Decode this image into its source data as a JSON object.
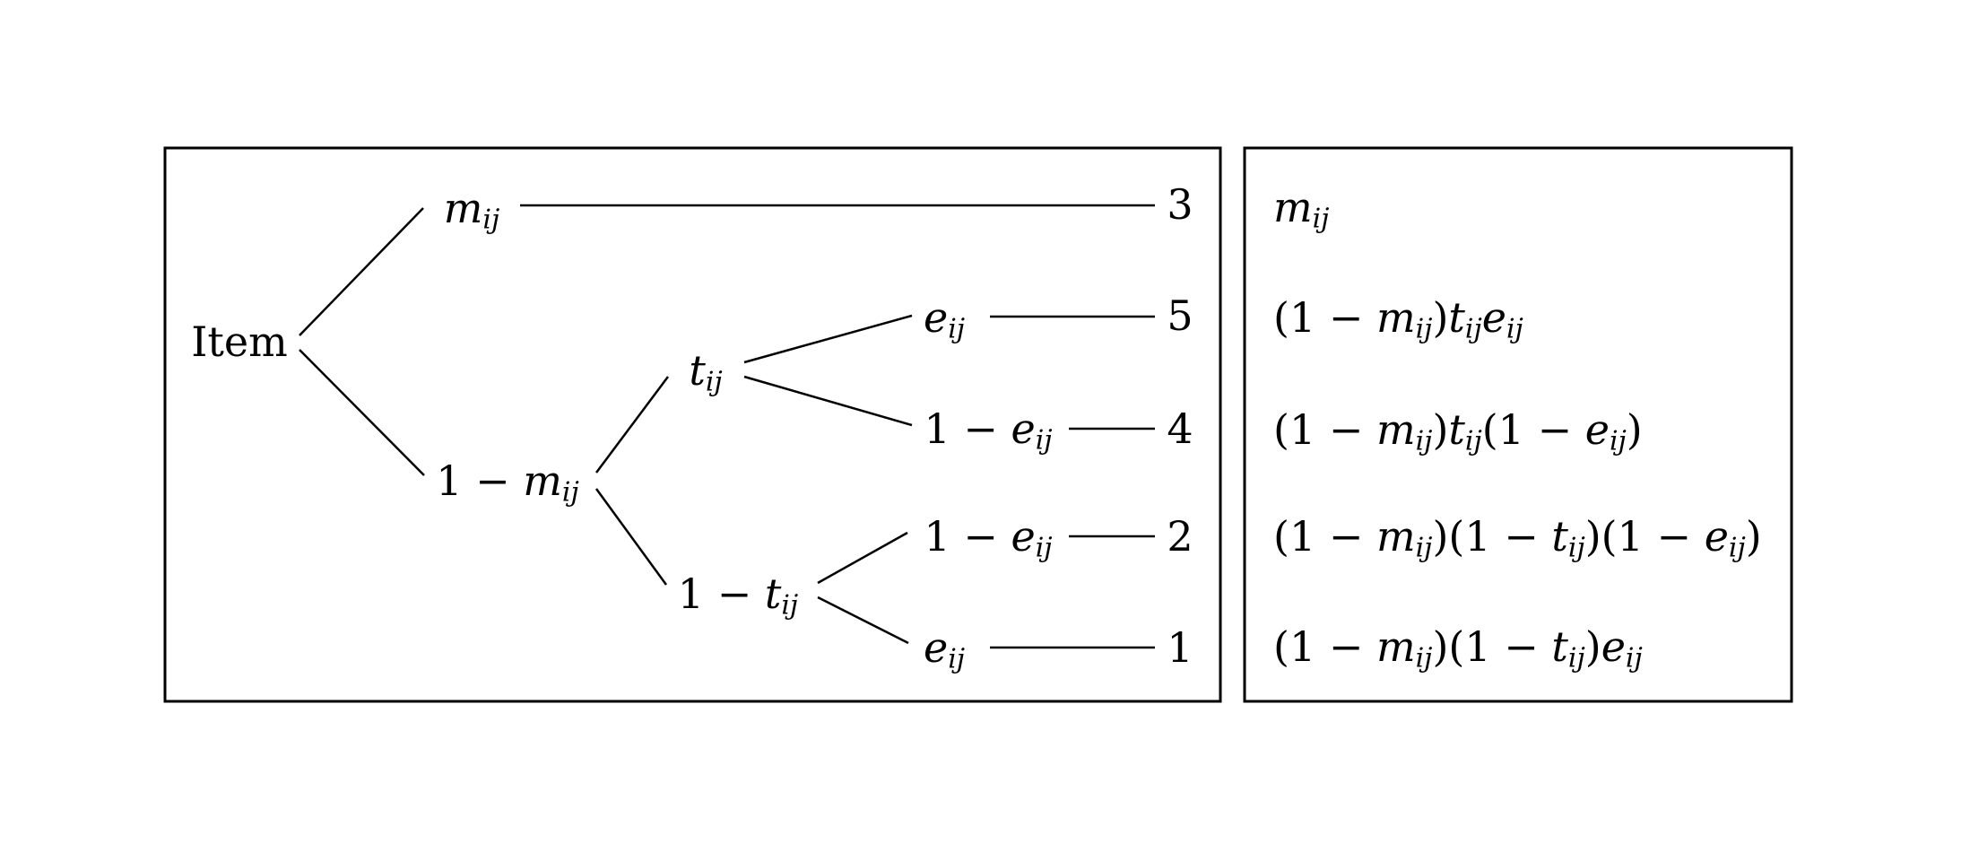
{
  "figure": {
    "colors": {
      "ink": "#000000",
      "background": "#ffffff"
    },
    "tree": {
      "root": "Item",
      "branch_m": "m_{ij}",
      "branch_one_minus_m": "1 − m_{ij}",
      "branch_t": "t_{ij}",
      "branch_one_minus_t": "1 − t_{ij}",
      "branch_e_upper": "e_{ij}",
      "branch_one_minus_e_upper": "1 − e_{ij}",
      "branch_one_minus_e_lower": "1 − e_{ij}",
      "branch_e_lower": "e_{ij}",
      "leaves": [
        "3",
        "5",
        "4",
        "2",
        "1"
      ]
    },
    "legend": {
      "formulas": [
        "m_{ij}",
        "(1 − m_{ij})t_{ij}e_{ij}",
        "(1 − m_{ij})t_{ij}(1 − e_{ij})",
        "(1 − m_{ij})(1 − t_{ij})(1 − e_{ij})",
        "(1 − m_{ij})(1 − t_{ij})e_{ij}"
      ]
    }
  }
}
